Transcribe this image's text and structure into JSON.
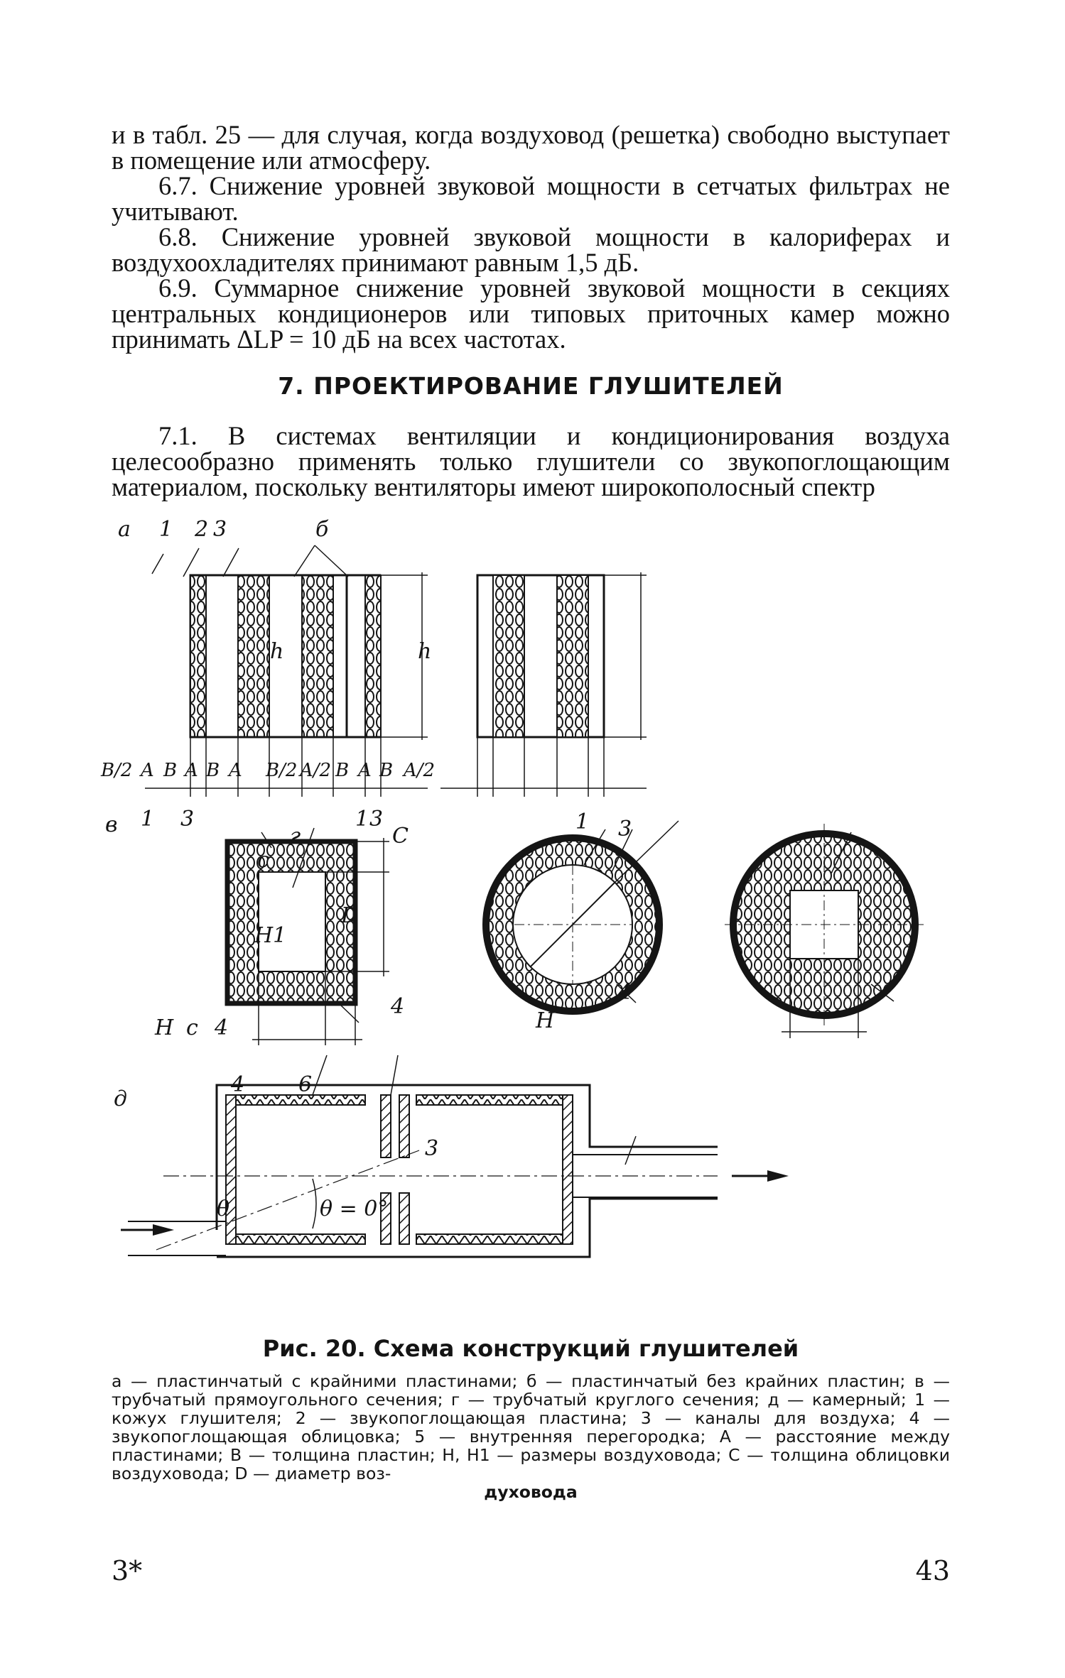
{
  "section1": {
    "p1": "и в табл. 25 — для случая, когда воздуховод (решетка) свободно выступает в помещение или атмосферу.",
    "p2": "6.7. Снижение уровней звуковой мощности в сетчатых фильтрах не учитывают.",
    "p3": "6.8. Снижение уровней звуковой мощности в калориферах и воздухоохладителях принимают равным 1,5 дБ.",
    "p4": "6.9. Суммарное снижение уровней звуковой мощности в секциях центральных кондиционеров или типовых приточных камер можно принимать ΔLP = 10 дБ на всех частотах."
  },
  "heading": "7. ПРОЕКТИРОВАНИЕ ГЛУШИТЕЛЕЙ",
  "section2": {
    "p1": "7.1. В системах вентиляции и кондиционирования воздуха целесообразно применять только глушители со звукопоглощающим материалом, поскольку вентиляторы имеют широкополосный спектр"
  },
  "figure": {
    "labels": {
      "a": "а",
      "b": "б",
      "v": "в",
      "g": "г",
      "d": "д",
      "n1": "1",
      "n2": "2",
      "n3": "3",
      "n4": "4",
      "n6": "6",
      "h": "h",
      "H": "H",
      "H1": "H1",
      "c": "c",
      "C": "C",
      "D": "D",
      "A": "A",
      "B": "B",
      "B2": "B/2",
      "A2": "A/2",
      "theta": "θ",
      "theta0": "θ = 0°"
    }
  },
  "caption": {
    "title": "Рис. 20. Схема конструкций глушителей",
    "text": "а — пластинчатый с крайними пластинами; б — пластинчатый без крайних пластин; в — трубчатый прямоугольного сечения; г — трубчатый круглого сечения; д — камерный; 1 — кожух глушителя; 2 — звукопоглощающая пластина; 3 — каналы для воздуха; 4 — звукопоглощающая облицовка; 5 — внутренняя перегородка; А — расстояние между пластинами; В — толщина пластин; Н, Н1 — размеры воздуховода; С — толщина облицовки воздуховода; D — диаметр воз-",
    "last": "духовода"
  },
  "footer": {
    "left": "3*",
    "right": "43"
  }
}
